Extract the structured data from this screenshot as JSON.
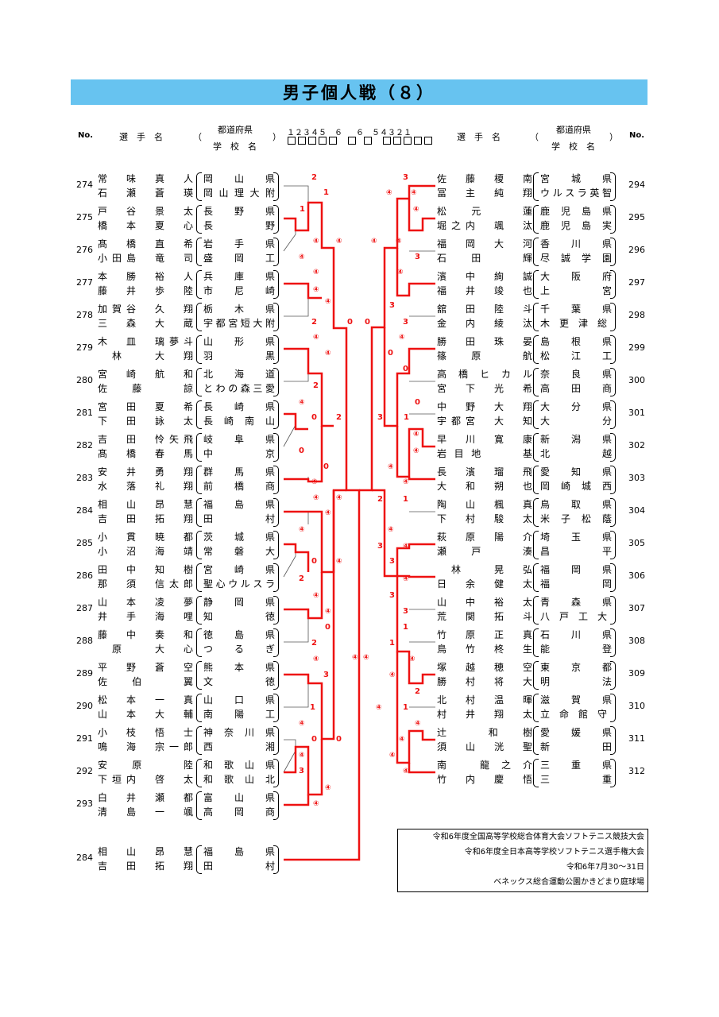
{
  "title": "男子個人戦（８）",
  "header": {
    "no_label": "No.",
    "player_label": "選　手　名",
    "pref_label": "都道府県",
    "school_label": "学　校　名",
    "open_paren": "（",
    "close_paren": "）",
    "rounds_left": "１２３４５　６",
    "rounds_right": "６　５４３２１"
  },
  "left_entries": [
    {
      "no": "274",
      "p1": "常　味　真　人",
      "p2": "石　瀬　蒼　瑛",
      "pref": "岡　山　県",
      "school": "岡山理大附"
    },
    {
      "no": "275",
      "p1": "戸　谷　景　太",
      "p2": "橋　本　夏　心",
      "pref": "長　野　県",
      "school": "長　　　野"
    },
    {
      "no": "276",
      "p1": "髙　橋　直　希",
      "p2": "小田島　竜　司",
      "pref": "岩　手　県",
      "school": "盛　岡　工"
    },
    {
      "no": "277",
      "p1": "本　勝　裕　人",
      "p2": "藤　井　歩　陸",
      "pref": "兵　庫　県",
      "school": "市　尼　崎"
    },
    {
      "no": "278",
      "p1": "加賀谷　久　翔",
      "p2": "三　森　大　蔵",
      "pref": "栃　木　県",
      "school": "宇都宮短大附"
    },
    {
      "no": "279",
      "p1": "木　皿　璃夢斗",
      "p2": "　林　　大　翔",
      "pref": "山　形　県",
      "school": "羽　　　黒"
    },
    {
      "no": "280",
      "p1": "宮　崎　航　和",
      "p2": "佐　藤　　諒",
      "pref": "北　海　道",
      "school": "とわの森三愛"
    },
    {
      "no": "281",
      "p1": "宮　田　夏　希",
      "p2": "下　田　詠　太",
      "pref": "長　崎　県",
      "school": "長　崎　南　山"
    },
    {
      "no": "282",
      "p1": "吉　田　怜矢飛",
      "p2": "髙　橋　春　馬",
      "pref": "岐　阜　県",
      "school": "中　　　京"
    },
    {
      "no": "283",
      "p1": "安　井　勇　翔",
      "p2": "水　落　礼　翔",
      "pref": "群　馬　県",
      "school": "前　橋　商"
    },
    {
      "no": "284",
      "p1": "相　山　昂　慧",
      "p2": "吉　田　拓　翔",
      "pref": "福　島　県",
      "school": "田　　　村"
    },
    {
      "no": "285",
      "p1": "小　貫　暁　都",
      "p2": "小　沼　海　靖",
      "pref": "茨　城　県",
      "school": "常　磐　大"
    },
    {
      "no": "286",
      "p1": "田　中　知　樹",
      "p2": "那　須　信太郎",
      "pref": "宮　崎　県",
      "school": "聖心ウルスラ"
    },
    {
      "no": "287",
      "p1": "山　本　凌　夢",
      "p2": "井　手　海　哩",
      "pref": "静　岡　県",
      "school": "知　　　徳"
    },
    {
      "no": "288",
      "p1": "藤　中　奏　和",
      "p2": "　原　　大　心",
      "pref": "徳　島　県",
      "school": "つ　る　ぎ"
    },
    {
      "no": "289",
      "p1": "平　野　蒼　空",
      "p2": "佐　伯　　翼",
      "pref": "熊　本　県",
      "school": "文　　　徳"
    },
    {
      "no": "290",
      "p1": "松　本　一　真",
      "p2": "山　本　大　輔",
      "pref": "山　口　県",
      "school": "南　陽　工"
    },
    {
      "no": "291",
      "p1": "小　枝　悟　士",
      "p2": "鳴　海　宗一郎",
      "pref": "神　奈　川　県",
      "school": "西　　　湘"
    },
    {
      "no": "292",
      "p1": "安　原　　陸",
      "p2": "下垣内　啓　太",
      "pref": "和　歌　山　県",
      "school": "和　歌　山　北"
    },
    {
      "no": "293",
      "p1": "白　井　瀬　都",
      "p2": "清　島　一　颯",
      "pref": "富　山　県",
      "school": "高　岡　商"
    }
  ],
  "right_entries": [
    {
      "no": "294",
      "p1": "佐　藤　榎　南",
      "p2": "冨　主　純　翔",
      "pref": "宮　城　県",
      "school": "ウルスラ英智"
    },
    {
      "no": "295",
      "p1": "松　元　　蓮",
      "p2": "堀之内　颯　汰",
      "pref": "鹿　児　島　県",
      "school": "鹿　児　島　実"
    },
    {
      "no": "296",
      "p1": "福　岡　大　河",
      "p2": "石　田　　輝",
      "pref": "香　川　県",
      "school": "尽　誠　学　園"
    },
    {
      "no": "297",
      "p1": "濱　中　絢　誠",
      "p2": "福　井　竣　也",
      "pref": "大　阪　府",
      "school": "上　　　宮"
    },
    {
      "no": "298",
      "p1": "舘　田　陸　斗",
      "p2": "金　内　綾　汰",
      "pref": "千　葉　県",
      "school": "木　更　津　総　合"
    },
    {
      "no": "299",
      "p1": "勝　田　珠　晏",
      "p2": "篠　原　　航",
      "pref": "島　根　県",
      "school": "松　江　工"
    },
    {
      "no": "300",
      "p1": "高　橋　ヒ　カ　ル",
      "p2": "宮　下　光　希",
      "pref": "奈　良　県",
      "school": "高　田　商"
    },
    {
      "no": "301",
      "p1": "中　野　大　翔",
      "p2": "宇都宮　大　知",
      "pref": "大　分　県",
      "school": "大　　　分"
    },
    {
      "no": "302",
      "p1": "早　川　寛　康",
      "p2": "岩目地　　基",
      "pref": "新　潟　県",
      "school": "北　　　越"
    },
    {
      "no": "303",
      "p1": "長　濱　瑠　飛",
      "p2": "大　和　朔　也",
      "pref": "愛　知　県",
      "school": "岡　崎　城　西"
    },
    {
      "no": "304",
      "p1": "陶　山　楓　真",
      "p2": "下　村　駿　太",
      "pref": "鳥　取　県",
      "school": "米　子　松　蔭"
    },
    {
      "no": "305",
      "p1": "萩　原　陽　介",
      "p2": "瀬　戸　　湊",
      "pref": "埼　玉　県",
      "school": "昌　　　平"
    },
    {
      "no": "306",
      "p1": "　林　　晃　弘",
      "p2": "日　余　健　太",
      "pref": "福　岡　県",
      "school": "福　　　岡"
    },
    {
      "no": "307",
      "p1": "山　中　裕　太",
      "p2": "荒　関　拓　斗",
      "pref": "青　森　県",
      "school": "八　戸　工　大　一"
    },
    {
      "no": "308",
      "p1": "竹　原　正　真",
      "p2": "鳥　竹　柊　生",
      "pref": "石　川　県",
      "school": "能　　　登"
    },
    {
      "no": "309",
      "p1": "塚　越　穂　空",
      "p2": "勝　村　将　大",
      "pref": "東　京　都",
      "school": "明　　　法"
    },
    {
      "no": "310",
      "p1": "北　村　温　暉",
      "p2": "村　井　翔　太",
      "pref": "滋　賀　県",
      "school": "立　命　館　守　山"
    },
    {
      "no": "311",
      "p1": "辻　　和　樹",
      "p2": "須　山　洸　聖",
      "pref": "愛　媛　県",
      "school": "新　　　田"
    },
    {
      "no": "312",
      "p1": "南　龍之介",
      "p2": "竹　内　慶　悟",
      "pref": "三　重　県",
      "school": "三　　　重"
    }
  ],
  "final_entry": {
    "no": "284",
    "p1": "相　山　昂　慧",
    "p2": "吉　田　拓　翔",
    "pref": "福　島　県",
    "school": "田　　　村"
  },
  "info": [
    "令和6年度全国高等学校総合体育大会ソフトテニス競技大会",
    "令和6年度全日本高等学校ソフトテニス選手権大会",
    "令和6年7月30～31日",
    "ベネックス総合運動公園かきどまり庭球場"
  ]
}
